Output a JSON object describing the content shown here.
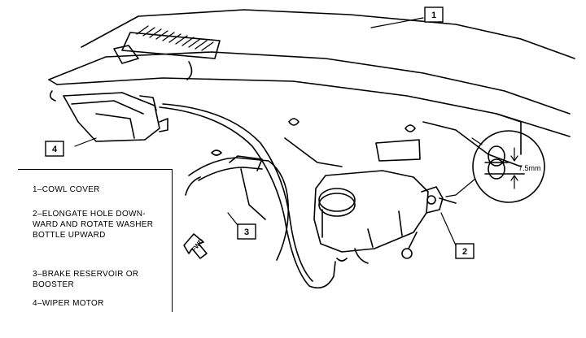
{
  "callouts": {
    "c1": "1",
    "c2": "2",
    "c3": "3",
    "c4": "4"
  },
  "dimension": "7.5mm",
  "fwd_label": "FWD",
  "legend": [
    {
      "num": "1",
      "text": "1–COWL COVER"
    },
    {
      "num": "2",
      "text": "2–ELONGATE HOLE DOWN-WARD AND ROTATE WASHER BOTTLE UPWARD"
    },
    {
      "num": "3",
      "text": "3–BRAKE RESERVOIR OR BOOSTER"
    },
    {
      "num": "4",
      "text": "4–WIPER MOTOR"
    }
  ]
}
